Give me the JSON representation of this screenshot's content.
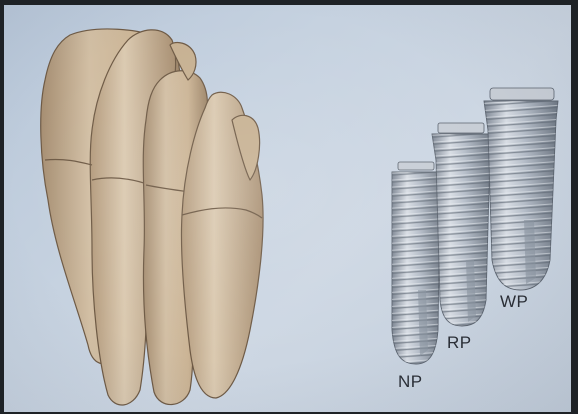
{
  "implant_labels": {
    "np": "NP",
    "rp": "RP",
    "wp": "WP"
  },
  "colors": {
    "background": "#c9d4e1",
    "tooth": "#c9b293",
    "implant": "#aab3bf"
  },
  "icons": {
    "teeth": "teeth-illustration-icon",
    "implant_np": "implant-np-icon",
    "implant_rp": "implant-rp-icon",
    "implant_wp": "implant-wp-icon"
  }
}
